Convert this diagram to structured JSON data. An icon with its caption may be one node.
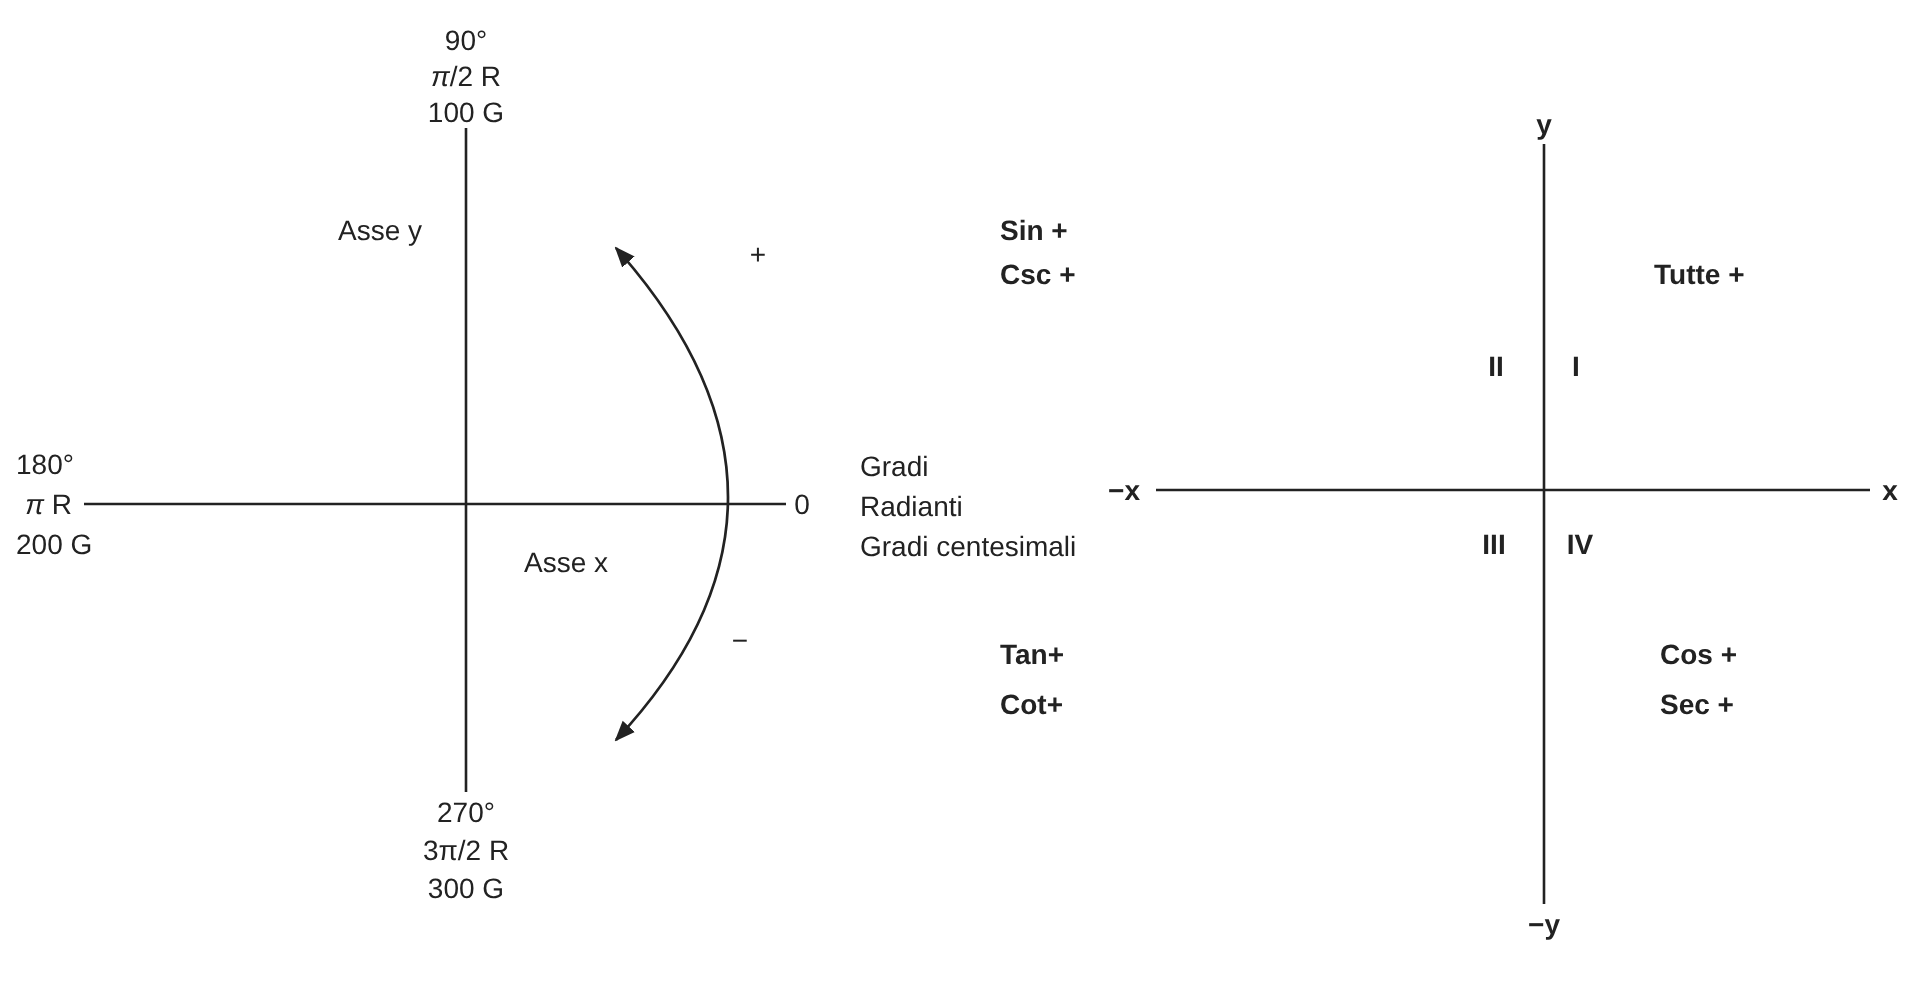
{
  "diagram": {
    "labels": [
      "90°",
      "*π*/2 R",
      "100 G",
      "Asse y",
      "+",
      "Sin +",
      "Csc +",
      "Tutte +",
      "y",
      "II",
      "I",
      "180°",
      "*π* R",
      "200 G",
      "Asse x",
      "0",
      "Gradi",
      "Radianti",
      "Gradi centesimali",
      "−x",
      "x",
      "III",
      "IV",
      "−",
      "Tan+",
      "Cos +",
      "Cot+",
      "Sec +",
      "−y",
      "270°",
      "3π/2 R",
      "300 G"
    ]
  }
}
